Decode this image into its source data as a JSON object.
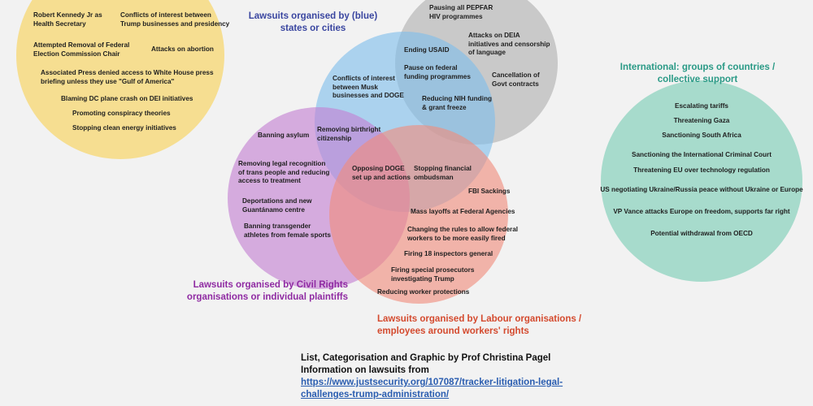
{
  "colors": {
    "yellow": "#f6dc86",
    "blue": "#7fbfec",
    "grey": "#b9b9b9",
    "purple": "#c47fd2",
    "red": "#f08c7c",
    "teal": "#9fd8c8",
    "title_blue": "#3a46a0",
    "title_purple": "#8f2aa2",
    "title_red": "#d44a2e",
    "title_teal": "#2a9a86"
  },
  "titles": {
    "blue": "Lawsuits organised by (blue)\nstates or cities",
    "purple": "Lawsuits organised by Civil Rights\norganisations or individual plaintiffs",
    "red": "Lawsuits organised by Labour organisations /\nemployees around workers' rights",
    "teal": "International: groups of countries /\ncollective support"
  },
  "yellow_items": [
    "Robert Kennedy Jr as\nHealth Secretary",
    "Conflicts of interest between\nTrump businesses and presidency",
    "Attempted Removal of Federal\nElection Commission Chair",
    "Attacks on abortion",
    "Associated Press denied access to White House press\nbriefing unless they use \"Gulf of America\"",
    "Blaming DC plane crash on DEI initiatives",
    "Promoting conspiracy theories",
    "Stopping clean energy initiatives"
  ],
  "grey_items": [
    "Pausing all PEPFAR\nHIV programmes",
    "Attacks on DEIA\ninitiatives and censorship\nof language",
    "Cancellation of\nGovt contracts"
  ],
  "blue_grey_items": [
    "Ending USAID",
    "Pause on federal\nfunding programmes",
    "Reducing NIH funding\n& grant freeze"
  ],
  "blue_items": [
    "Conflicts of interest\nbetween Musk\nbusinesses and DOGE"
  ],
  "blue_purple_items": [
    "Removing birthright\ncitizenship"
  ],
  "center_items": [
    "Opposing DOGE\nset up and actions"
  ],
  "blue_red_items": [
    "Stopping financial\nombudsman"
  ],
  "purple_items": [
    "Banning asylum",
    "Removing legal recognition\nof trans people and reducing\naccess to treatment",
    "Deportations and new\nGuantánamo centre",
    "Banning transgender\nathletes from female sports"
  ],
  "red_items": [
    "FBI Sackings",
    "Mass layoffs at Federal Agencies",
    "Changing the rules to allow federal\nworkers to be more easily fired",
    "Firing 18 inspectors general",
    "Firing special prosecutors\ninvestigating Trump",
    "Reducing worker protections"
  ],
  "teal_items": [
    "Escalating tariffs",
    "Threatening Gaza",
    "Sanctioning South Africa",
    "Sanctioning the International Criminal Court",
    "Threatening EU over technology regulation",
    "US negotiating Ukraine/Russia peace without Ukraine or Europe",
    "VP Vance attacks Europe on freedom, supports far right",
    "Potential withdrawal from OECD"
  ],
  "credit": {
    "line1": "List, Categorisation and Graphic by Prof Christina Pagel",
    "line2": "Information on lawsuits from",
    "url_line1": "https://www.justsecurity.org/107087/tracker-litigation-legal-",
    "url_line2": "challenges-trump-administration/"
  }
}
